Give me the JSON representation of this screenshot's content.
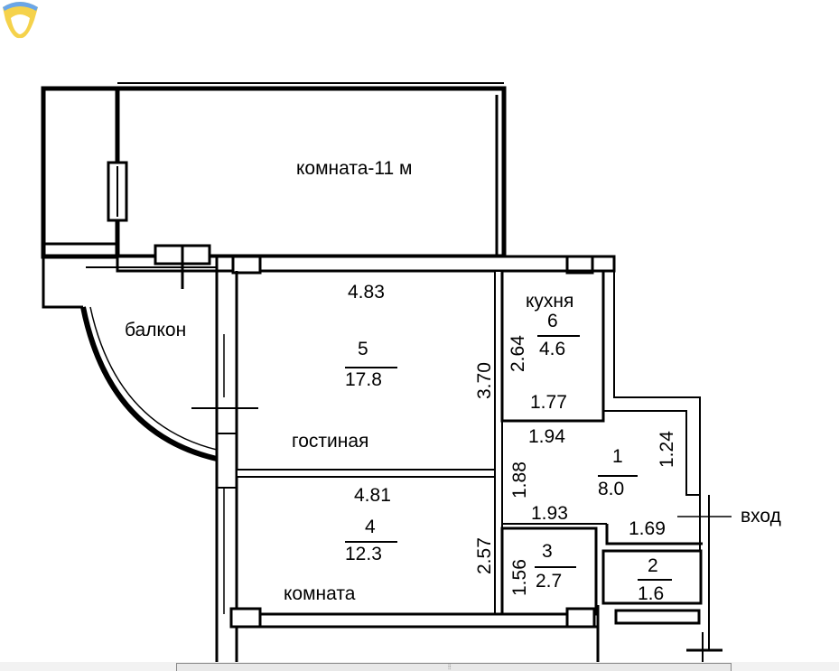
{
  "logo": {
    "name": "app-logo",
    "colors": [
      "#f5d24b",
      "#6aa6e8"
    ]
  },
  "plan": {
    "room_top": "комната-11 м",
    "balcony": "балкон",
    "living": {
      "label": "гостиная",
      "number": "5",
      "area": "17.8",
      "width_top": "4.83",
      "height": "3.70"
    },
    "kitchen": {
      "label": "кухня",
      "number": "6",
      "area": "4.6",
      "height": "2.64",
      "width": "1.77"
    },
    "hall": {
      "number": "1",
      "area": "8.0",
      "width_top": "1.94",
      "height_left": "1.88",
      "height_right": "1.24",
      "width_bottom": "1.93",
      "width_bottom_right": "1.69"
    },
    "room4": {
      "label": "комната",
      "number": "4",
      "area": "12.3",
      "width_top": "4.81",
      "height": "2.57"
    },
    "bath3": {
      "number": "3",
      "area": "2.7",
      "height": "1.56"
    },
    "wc2": {
      "number": "2",
      "area": "1.6"
    },
    "entrance": "вход"
  }
}
